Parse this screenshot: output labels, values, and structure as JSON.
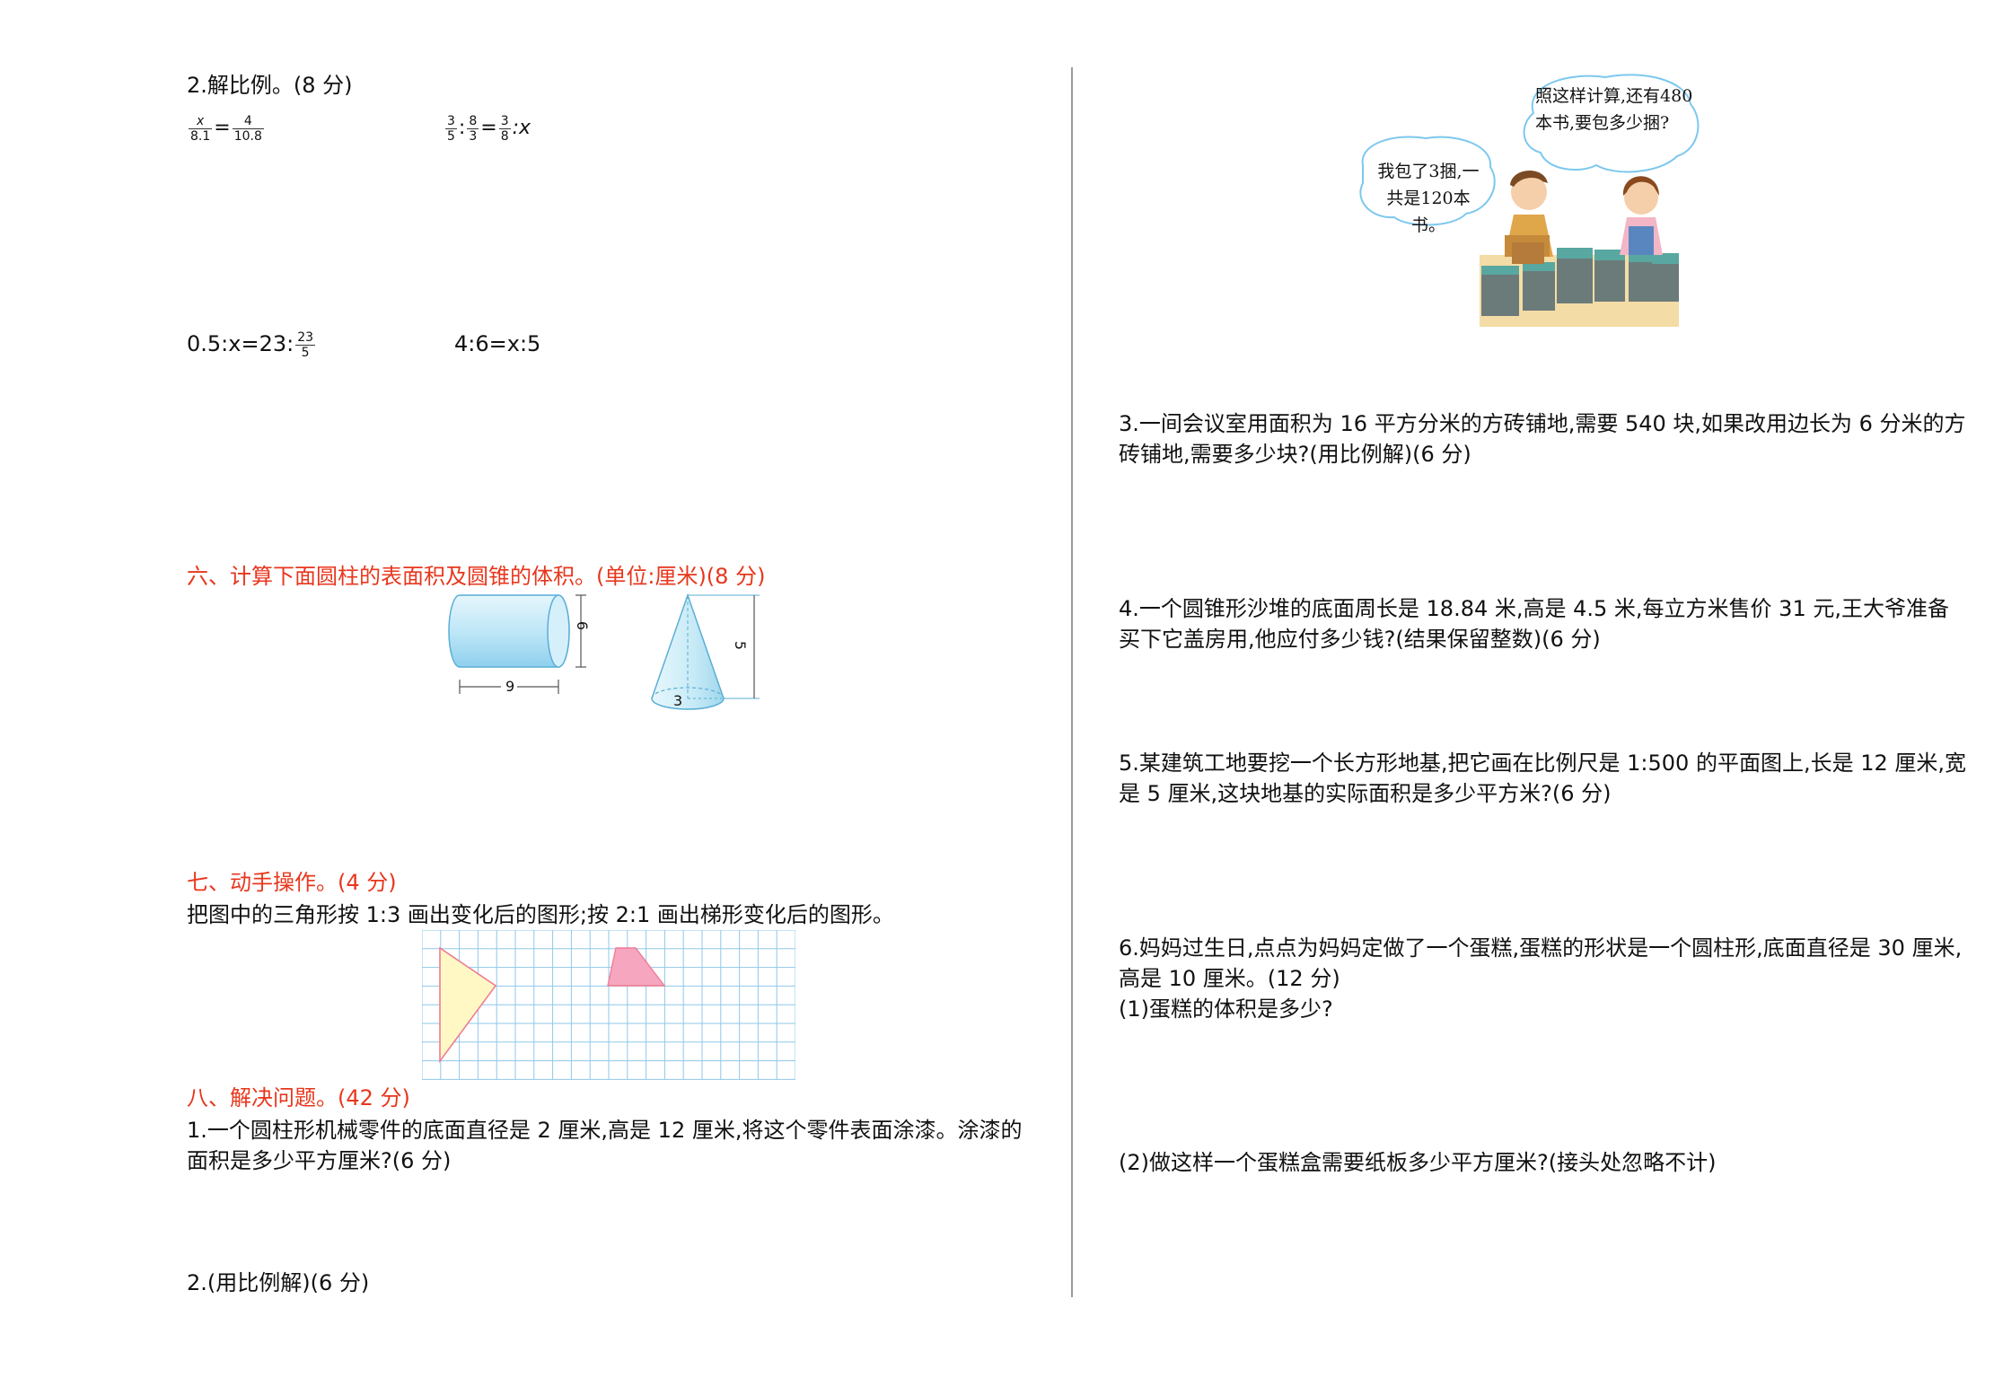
{
  "left": {
    "q2_title": "2.解比例。(8 分)",
    "eq1": {
      "lhs_n": "x",
      "lhs_d": "8.1",
      "eq": "=",
      "rhs_n": "4",
      "rhs_d": "10.8"
    },
    "eq2": {
      "a_n": "3",
      "a_d": "5",
      "colon": ":",
      "b_n": "8",
      "b_d": "3",
      "eq": "=",
      "c_n": "3",
      "c_d": "8",
      "tail": ":x"
    },
    "eq3": {
      "text": "0.5:x=23:",
      "f_n": "23",
      "f_d": "5"
    },
    "eq4": "4:6=x:5",
    "sec6_title": "六、计算下面圆柱的表面积及圆锥的体积。(单位:厘米)(8 分)",
    "cyl_h": "6",
    "cyl_w": "9",
    "cone_h": "5",
    "cone_r": "3",
    "sec7_title": "七、动手操作。(4 分)",
    "sec7_text": "把图中的三角形按 1:3 画出变化后的图形;按 2:1 画出梯形变化后的图形。",
    "sec8_title": "八、解决问题。(42 分)",
    "p1": "1.一个圆柱形机械零件的底面直径是 2 厘米,高是 12 厘米,将这个零件表面涂漆。涂漆的面积是多少平方厘米?(6 分)",
    "p2": "2.(用比例解)(6 分)"
  },
  "right": {
    "bubble_girl": "照这样计算,还有480本书,要包多少捆?",
    "bubble_boy": "我包了3捆,一共是120本书。",
    "p3": "3.一间会议室用面积为 16 平方分米的方砖铺地,需要 540 块,如果改用边长为 6 分米的方砖铺地,需要多少块?(用比例解)(6 分)",
    "p4": "4.一个圆锥形沙堆的底面周长是 18.84 米,高是 4.5 米,每立方米售价 31 元,王大爷准备买下它盖房用,他应付多少钱?(结果保留整数)(6 分)",
    "p5": "5.某建筑工地要挖一个长方形地基,把它画在比例尺是 1:500 的平面图上,长是 12 厘米,宽是 5 厘米,这块地基的实际面积是多少平方米?(6 分)",
    "p6": "6.妈妈过生日,点点为妈妈定做了一个蛋糕,蛋糕的形状是一个圆柱形,底面直径是 30 厘米,高是 10 厘米。(12 分)",
    "p6_1": "(1)蛋糕的体积是多少?",
    "p6_2": "(2)做这样一个蛋糕盒需要纸板多少平方厘米?(接头处忽略不计)"
  }
}
